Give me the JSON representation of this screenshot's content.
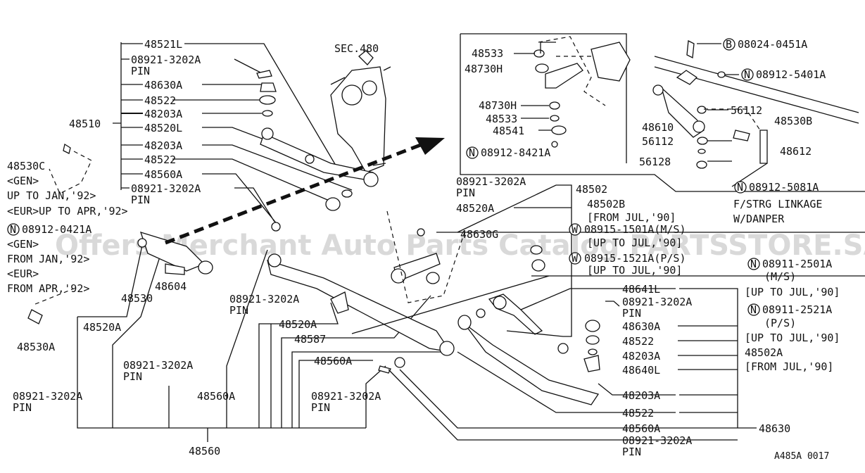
{
  "watermark": "Offers Merchant Auto Parts Catalog PARTSSTORE.SA",
  "figure_code": "A485A 0017",
  "labels": {
    "p48521L": "48521L",
    "p08921_3202A_1": "08921-3202A",
    "pin_1": "PIN",
    "p48630A_1": "48630A",
    "p48522_1": "48522",
    "p48203A_1": "48203A",
    "p48510": "48510",
    "p48520L": "48520L",
    "p48203A_2": "48203A",
    "p48522_2": "48522",
    "p48560A_1": "48560A",
    "p08921_3202A_2": "08921-3202A",
    "pin_2": "PIN",
    "sec480": "SEC.480",
    "p48530C": "48530C",
    "gen_1": "<GEN>",
    "upto_jan92": "UP TO JAN,'92>",
    "eur_upto_apr92": "<EUR>UP TO APR,'92>",
    "n08912_0421A": "08912-0421A",
    "gen_2": "<GEN>",
    "from_jan92": "FROM JAN,'92>",
    "eur_2": "<EUR>",
    "from_apr92": "FROM APR,'92>",
    "p48530A": "48530A",
    "p48604": "48604",
    "p48530": "48530",
    "p48520A_1": "48520A",
    "p08921_3202A_3": "08921-3202A",
    "pin_3": "PIN",
    "p08921_3202A_4": "08921-3202A",
    "pin_4": "PIN",
    "p48560A_2": "48560A",
    "p48560": "48560",
    "p08921_3202A_5": "08921-3202A",
    "pin_5": "PIN",
    "p48520A_2": "48520A",
    "p48587": "48587",
    "p48560A_3": "48560A",
    "p08921_3202A_6": "08921-3202A",
    "pin_6": "PIN",
    "p08921_3202A_7": "08921-3202A",
    "pin_7": "PIN",
    "p48502": "48502",
    "p48520A_3": "48520A",
    "p48630G": "48630G",
    "p48533_1": "48533",
    "p48730H_1": "48730H",
    "p48730H_2": "48730H",
    "p48533_2": "48533",
    "p48541": "48541",
    "n08912_8421A": "08912-8421A",
    "b08024_0451A": "08024-0451A",
    "n08912_5401A": "08912-5401A",
    "p56112_1": "56112",
    "p48530B": "48530B",
    "p48610": "48610",
    "p56112_2": "56112",
    "p48612": "48612",
    "p56128": "56128",
    "n08912_5081A": "08912-5081A",
    "fstrg_linkage": "F/STRG LINKAGE",
    "w_danper": "W/DANPER",
    "p48502B": "48502B",
    "from_jul90_1": "[FROM JUL,'90]",
    "w08915_1501A": "08915-1501A(M/S)",
    "upto_jul90_1": "[UP TO JUL,'90]",
    "w08915_1521A": "08915-1521A(P/S)",
    "upto_jul90_2": "[UP TO JUL,'90]",
    "n08911_2501A": "08911-2501A",
    "ms": "(M/S)",
    "upto_jul90_3": "[UP TO JUL,'90]",
    "n08911_2521A": "08911-2521A",
    "ps": "(P/S)",
    "upto_jul90_4": "[UP TO JUL,'90]",
    "p48502A": "48502A",
    "from_jul90_2": "[FROM JUL,'90]",
    "p48641L": "48641L",
    "p08921_3202A_8": "08921-3202A",
    "pin_8": "PIN",
    "p48630A_2": "48630A",
    "p48522_3": "48522",
    "p48203A_3": "48203A",
    "p48640L": "48640L",
    "p48203A_4": "48203A",
    "p48522_4": "48522",
    "p48560A_4": "48560A",
    "p48630": "48630",
    "p08921_3202A_9": "08921-3202A",
    "pin_9": "PIN"
  },
  "circle_marks": {
    "n": "N",
    "b": "B",
    "w": "W"
  }
}
